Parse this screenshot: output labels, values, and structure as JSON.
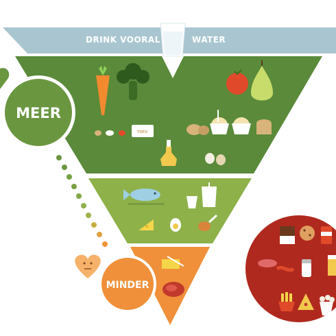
{
  "banner": {
    "left_text": "DRINK VOORAL",
    "right_text": "WATER"
  },
  "labels": {
    "more": "MEER",
    "less": "MINDER",
    "tofu": "TOFU"
  },
  "colors": {
    "banner": "#a9c6d0",
    "tier_top": "#5a8a3a",
    "tier_middle": "#8eb14a",
    "tier_bottom": "#f0903a",
    "more_circle": "#6a9640",
    "less_circle": "#f0903a",
    "junk_circle": "#b0291f",
    "dots": [
      "#6a9640",
      "#7aa244",
      "#8eb14a",
      "#b8b04a",
      "#e0a040",
      "#f0903a"
    ]
  },
  "groups": {
    "top": [
      "carrot-icon",
      "broccoli-icon",
      "tomato-icon",
      "pear-icon",
      "nuts-icon",
      "tofu-icon",
      "potatoes-icon",
      "pasta-bowl-icon",
      "rice-bowl-icon",
      "bread-icon",
      "oil-bottle-icon",
      "eggs-icon"
    ],
    "middle": [
      "fish-icon",
      "yogurt-icon",
      "milk-icon",
      "cheese-icon",
      "egg-icon",
      "chicken-leg-icon"
    ],
    "bottom": [
      "butter-icon",
      "steak-icon"
    ],
    "junk": [
      "chocolate-icon",
      "cookie-icon",
      "soda-can-icon",
      "sausage-icon",
      "bacon-icon",
      "salt-shaker-icon",
      "fries-icon",
      "pizza-slice-icon",
      "popcorn-icon",
      "beer-icon"
    ]
  }
}
